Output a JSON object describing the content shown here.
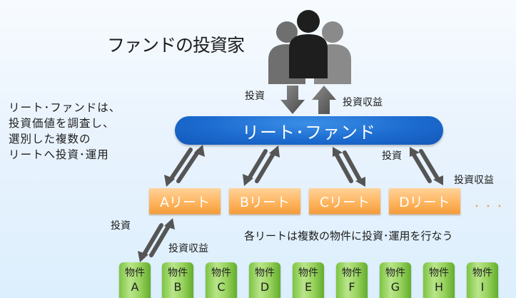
{
  "title": "ファンドの投資家",
  "description": "リート･ファンドは、\n投資価値を調査し、\n選別した複数の\nリートへ投資･運用",
  "fund_label": "リート･ファンド",
  "labels": {
    "invest_top": "投資",
    "return_top": "投資収益",
    "invest_right": "投資",
    "return_right": "投資収益",
    "invest_bottom": "投資",
    "return_bottom": "投資収益",
    "properties_note": "各リートは複数の物件に投資･運用を行なう"
  },
  "reits": [
    "Aリート",
    "Bリート",
    "Cリート",
    "Dリート"
  ],
  "reits_more": "･･･",
  "property_label": "物件",
  "properties": [
    "A",
    "B",
    "C",
    "D",
    "E",
    "F",
    "G",
    "H",
    "I"
  ],
  "colors": {
    "fund": "#1c6bd0",
    "reit": "#ffb55f",
    "property": "#8ccf4f",
    "arrow": "#555555",
    "person_front": "#222222",
    "person_side": "#777777"
  }
}
